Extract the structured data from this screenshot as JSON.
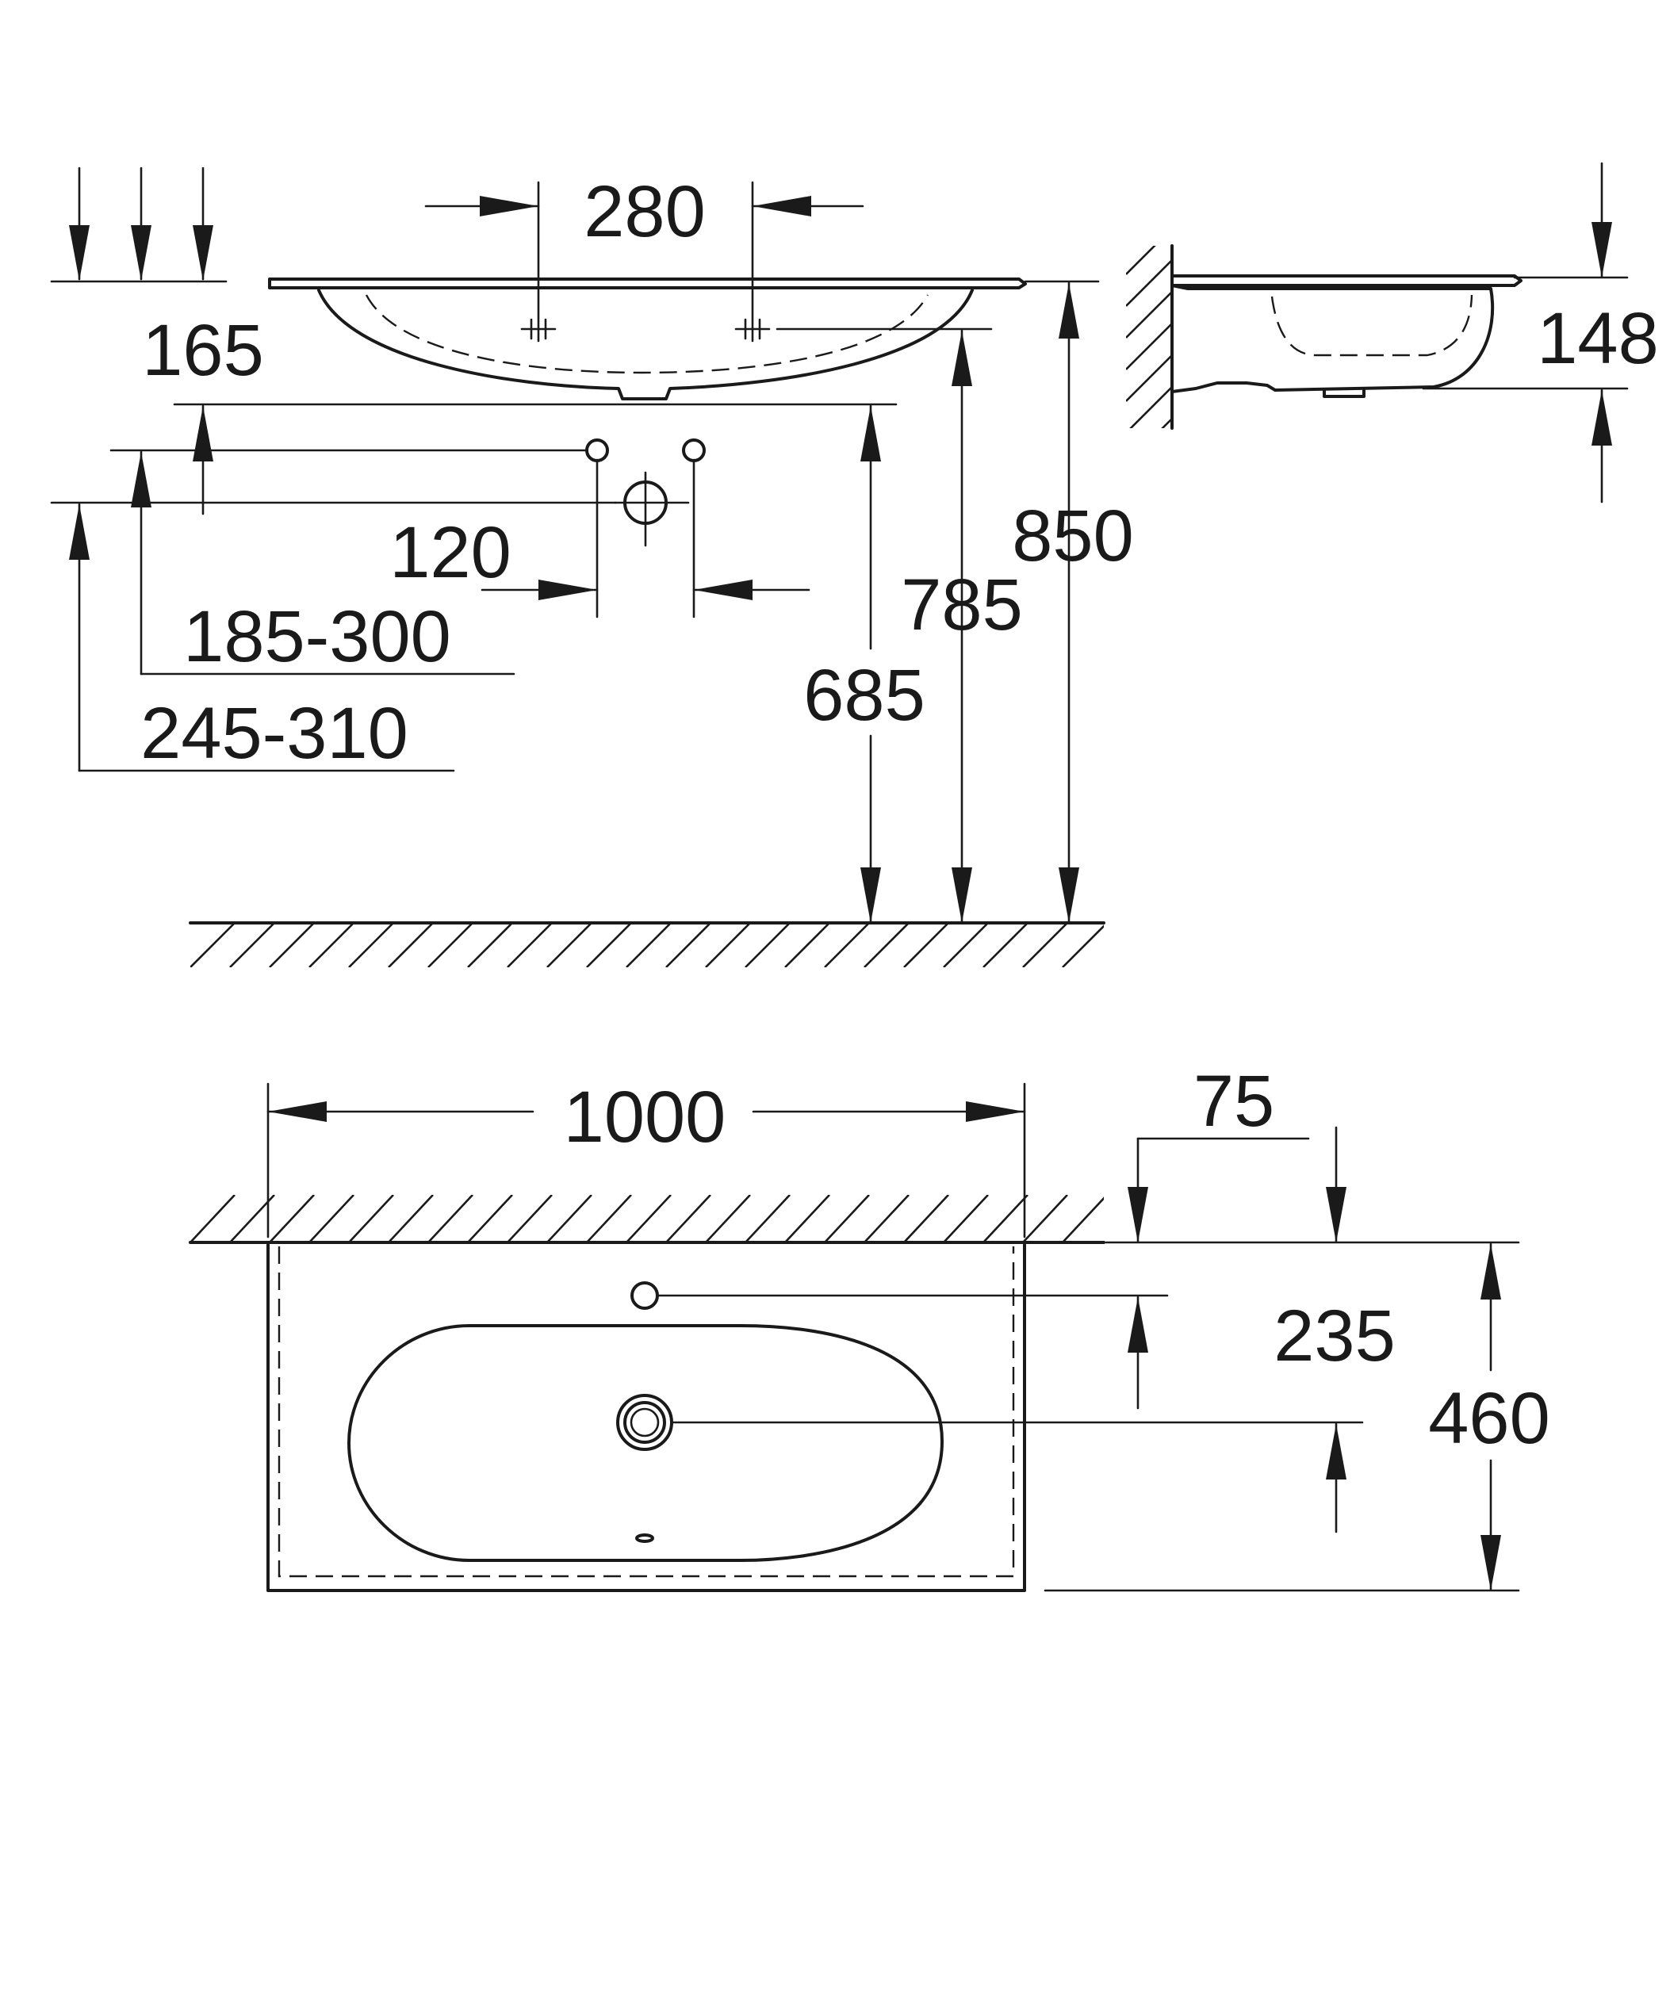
{
  "dimensions": {
    "tap_hole_spacing": "280",
    "basin_depth": "165",
    "supply_spacing": "120",
    "supply_height": "185-300",
    "drain_height": "245-310",
    "floor_to_basin_bottom": "685",
    "floor_to_tap_holes": "785",
    "floor_to_top": "850",
    "side_basin_depth": "148",
    "width": "1000",
    "wall_to_tap_hole": "75",
    "tap_to_drain": "235",
    "depth": "460"
  }
}
